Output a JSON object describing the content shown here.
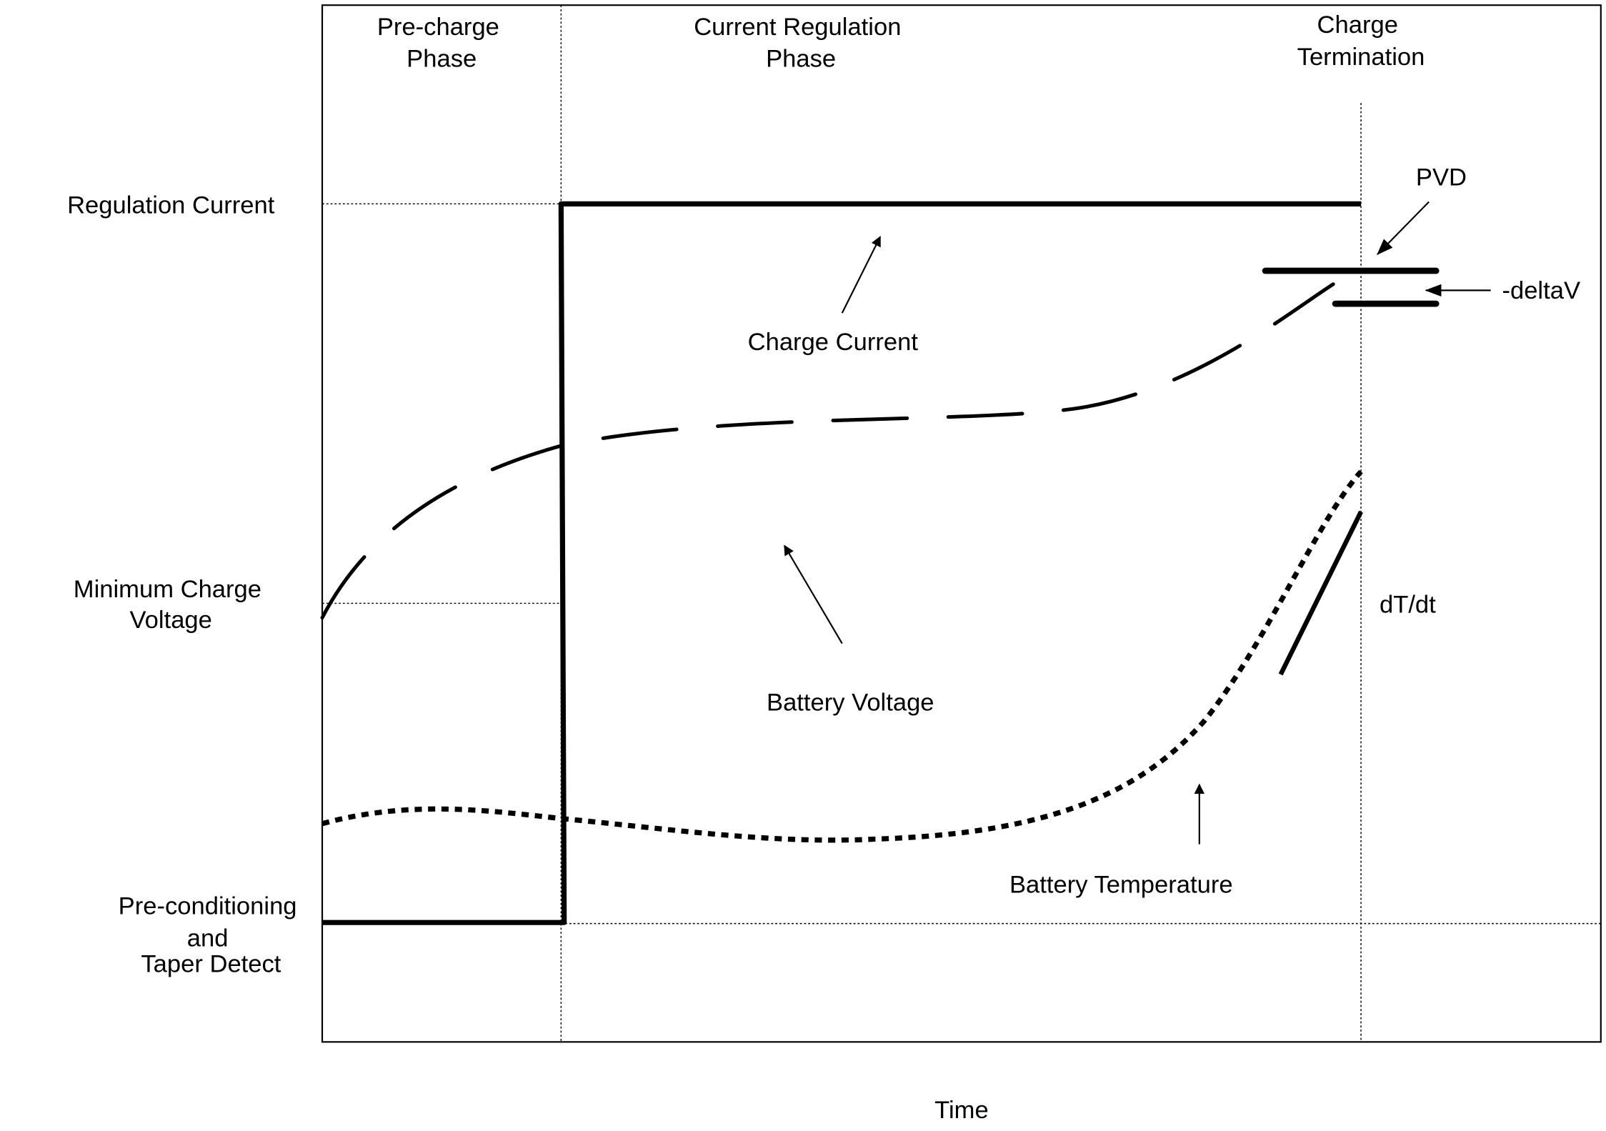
{
  "phases": {
    "precharge": [
      "Pre-charge",
      "Phase"
    ],
    "current_regulation": [
      "Current Regulation",
      "Phase"
    ],
    "termination": [
      "Charge",
      "Termination"
    ]
  },
  "y_labels": {
    "regulation_current": "Regulation Current",
    "minimum_charge_voltage": [
      "Minimum Charge",
      "Voltage"
    ],
    "preconditioning": [
      "Pre-conditioning",
      "and",
      "Taper Detect"
    ]
  },
  "annotations": {
    "charge_current": "Charge Current",
    "battery_voltage": "Battery Voltage",
    "battery_temperature": "Battery Temperature",
    "pvd": "PVD",
    "delta_v": "-deltaV",
    "dt_dt": "dT/dt"
  },
  "x_axis_label": "Time",
  "colors": {
    "line": "#000000",
    "background": "#ffffff"
  }
}
